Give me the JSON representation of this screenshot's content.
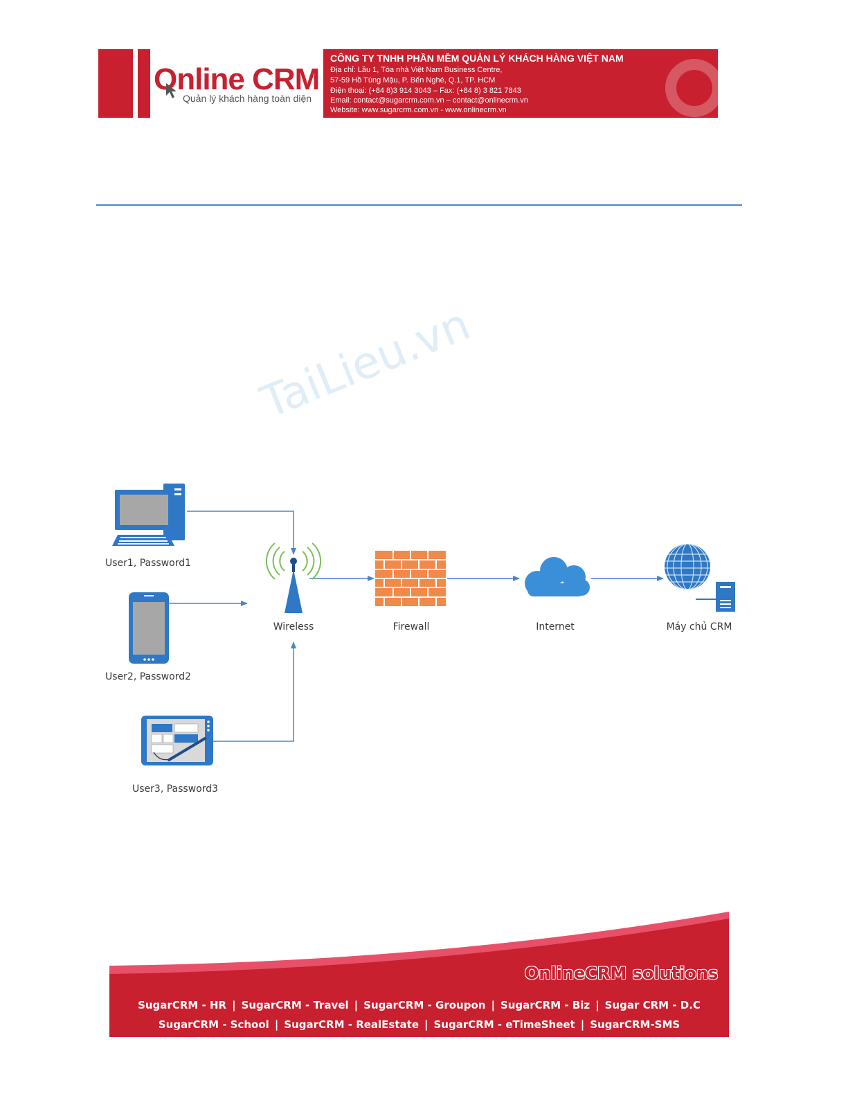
{
  "header": {
    "logo_text": "Online CRM",
    "logo_tagline": "Quản lý khách hàng toàn diện",
    "company_name": "CÔNG TY TNHH PHẦN MỀM QUẢN LÝ KHÁCH HÀNG VIỆT NAM",
    "address_line1": "Địa chỉ: Lầu 1, Tòa nhà Việt Nam Business Centre,",
    "address_line2": "57-59 Hồ Tùng Mậu, P. Bến Nghé, Q.1, TP. HCM",
    "phone_line": "Điện thoại:  (+84 8)3 914 3043  – Fax: (+84 8) 3 821 7843",
    "email_line": "Email: contact@sugarcrm.com.vn  – contact@onlinecrm.vn",
    "website_line": "Website: www.sugarcrm.com.vn - www.onlinecrm.vn"
  },
  "watermark": "TaiLieu.vn",
  "diagram": {
    "users": [
      {
        "label": "User1, Password1",
        "device": "desktop-computer-icon"
      },
      {
        "label": "User2, Password2",
        "device": "smartphone-icon"
      },
      {
        "label": "User3, Password3",
        "device": "tablet-icon"
      }
    ],
    "nodes": [
      {
        "label": "Wireless",
        "icon": "wireless-tower-icon"
      },
      {
        "label": "Firewall",
        "icon": "firewall-icon"
      },
      {
        "label": "Internet",
        "icon": "cloud-icon"
      },
      {
        "label": "Máy chủ CRM",
        "icon": "globe-server-icon"
      }
    ],
    "colors": {
      "connector": "#4a86c5",
      "device": "#2e78c5",
      "firewall": "#f08a4b",
      "cloud": "#3b8fd8"
    }
  },
  "footer": {
    "brand": "OnlineCRM solutions",
    "row1": [
      "SugarCRM - HR",
      "SugarCRM - Travel",
      "SugarCRM - Groupon",
      "SugarCRM - Biz",
      "Sugar CRM - D.C"
    ],
    "row2": [
      "SugarCRM - School",
      "SugarCRM - RealEstate",
      "SugarCRM - eTimeSheet",
      "SugarCRM-SMS"
    ],
    "separator": "|",
    "colors": {
      "band": "#c8202f",
      "accent": "#e8506a"
    }
  }
}
